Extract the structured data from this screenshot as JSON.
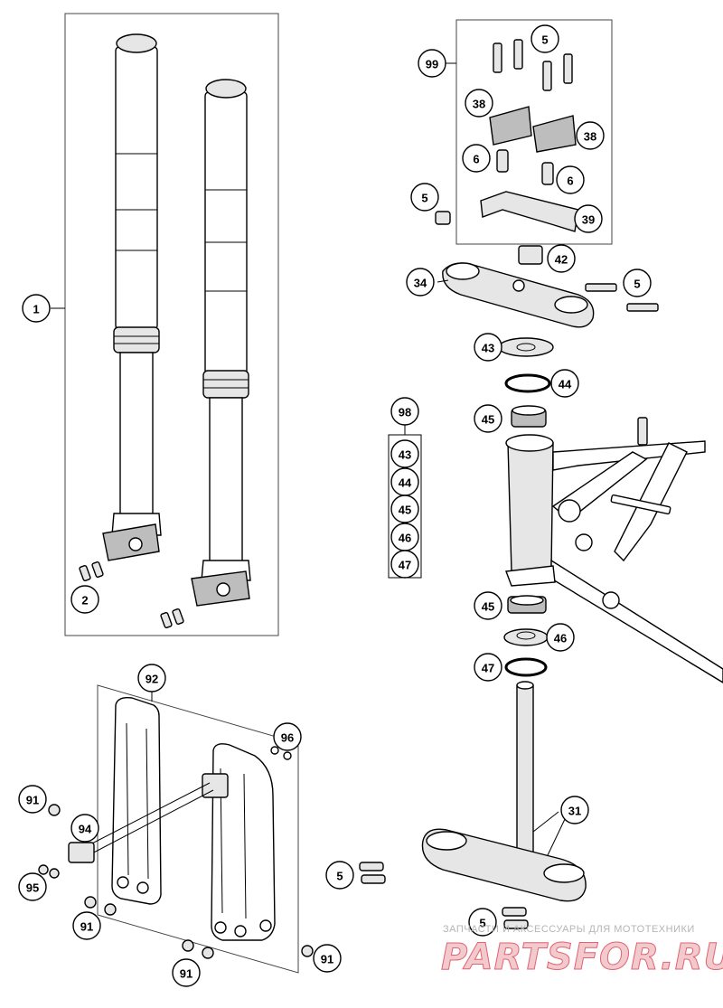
{
  "callouts": [
    {
      "id": "c1",
      "label": "1"
    },
    {
      "id": "c2",
      "label": "2"
    },
    {
      "id": "c5a",
      "label": "5"
    },
    {
      "id": "c99",
      "label": "99"
    },
    {
      "id": "c38a",
      "label": "38"
    },
    {
      "id": "c38b",
      "label": "38"
    },
    {
      "id": "c6a",
      "label": "6"
    },
    {
      "id": "c6b",
      "label": "6"
    },
    {
      "id": "c5b",
      "label": "5"
    },
    {
      "id": "c39",
      "label": "39"
    },
    {
      "id": "c42",
      "label": "42"
    },
    {
      "id": "c34",
      "label": "34"
    },
    {
      "id": "c5c",
      "label": "5"
    },
    {
      "id": "c43",
      "label": "43"
    },
    {
      "id": "c44",
      "label": "44"
    },
    {
      "id": "c45",
      "label": "45"
    },
    {
      "id": "c98",
      "label": "98"
    },
    {
      "id": "k43",
      "label": "43"
    },
    {
      "id": "k44",
      "label": "44"
    },
    {
      "id": "k45",
      "label": "45"
    },
    {
      "id": "k46",
      "label": "46"
    },
    {
      "id": "k47",
      "label": "47"
    },
    {
      "id": "c45b",
      "label": "45"
    },
    {
      "id": "c46",
      "label": "46"
    },
    {
      "id": "c47",
      "label": "47"
    },
    {
      "id": "c92",
      "label": "92"
    },
    {
      "id": "c96",
      "label": "96"
    },
    {
      "id": "c91a",
      "label": "91"
    },
    {
      "id": "c94",
      "label": "94"
    },
    {
      "id": "c95",
      "label": "95"
    },
    {
      "id": "c91b",
      "label": "91"
    },
    {
      "id": "c91c",
      "label": "91"
    },
    {
      "id": "c91d",
      "label": "91"
    },
    {
      "id": "c31",
      "label": "31"
    },
    {
      "id": "c5d",
      "label": "5"
    },
    {
      "id": "c5e",
      "label": "5"
    }
  ],
  "watermark": {
    "tagline": "ЗАПЧАСТИ И АКСЕССУАРЫ ДЛЯ МОТОТЕХНИКИ",
    "brand": "PARTSFOR.RU"
  }
}
